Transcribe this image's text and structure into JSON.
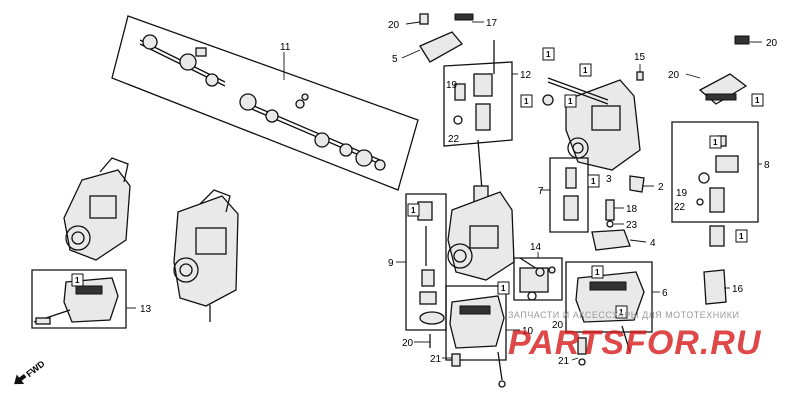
{
  "callouts": [
    {
      "id": "c20a",
      "text": "20"
    },
    {
      "id": "c17",
      "text": "17"
    },
    {
      "id": "c5",
      "text": "5"
    },
    {
      "id": "c12",
      "text": "12"
    },
    {
      "id": "c19a",
      "text": "19"
    },
    {
      "id": "c22a",
      "text": "22"
    },
    {
      "id": "c15",
      "text": "15"
    },
    {
      "id": "c20b",
      "text": "20"
    },
    {
      "id": "c20c",
      "text": "20"
    },
    {
      "id": "c11",
      "text": "11"
    },
    {
      "id": "c8",
      "text": "8"
    },
    {
      "id": "c19b",
      "text": "19"
    },
    {
      "id": "c22b",
      "text": "22"
    },
    {
      "id": "c3",
      "text": "3"
    },
    {
      "id": "c2",
      "text": "2"
    },
    {
      "id": "c7",
      "text": "7"
    },
    {
      "id": "c18",
      "text": "18"
    },
    {
      "id": "c23",
      "text": "23"
    },
    {
      "id": "c4",
      "text": "4"
    },
    {
      "id": "c9",
      "text": "9"
    },
    {
      "id": "c14",
      "text": "14"
    },
    {
      "id": "c6",
      "text": "6"
    },
    {
      "id": "c16",
      "text": "16"
    },
    {
      "id": "c13",
      "text": "13"
    },
    {
      "id": "c10",
      "text": "10"
    },
    {
      "id": "c20d",
      "text": "20"
    },
    {
      "id": "c20e",
      "text": "20"
    },
    {
      "id": "c21a",
      "text": "21"
    },
    {
      "id": "c21b",
      "text": "21"
    }
  ],
  "ref_boxes": [
    {
      "id": "b1a",
      "text": "1"
    },
    {
      "id": "b1b",
      "text": "1"
    },
    {
      "id": "b1c",
      "text": "1"
    },
    {
      "id": "b1d",
      "text": "1"
    },
    {
      "id": "b1e",
      "text": "1"
    },
    {
      "id": "b1f",
      "text": "1"
    },
    {
      "id": "b1g",
      "text": "1"
    },
    {
      "id": "b1h",
      "text": "1"
    },
    {
      "id": "b1i",
      "text": "1"
    },
    {
      "id": "b1j",
      "text": "1"
    },
    {
      "id": "b1k",
      "text": "1"
    },
    {
      "id": "b1l",
      "text": "1"
    },
    {
      "id": "b1m",
      "text": "1"
    }
  ],
  "watermark": {
    "small_text": "ЗАПЧАСТИ И АКСЕССУАРЫ ДЛЯ МОТОТЕХНИКИ",
    "big_text": "PARTSFOR.RU",
    "color": "#d61a1a"
  },
  "fwd_label": "FWD",
  "colors": {
    "line": "#111111",
    "background": "#ffffff"
  }
}
